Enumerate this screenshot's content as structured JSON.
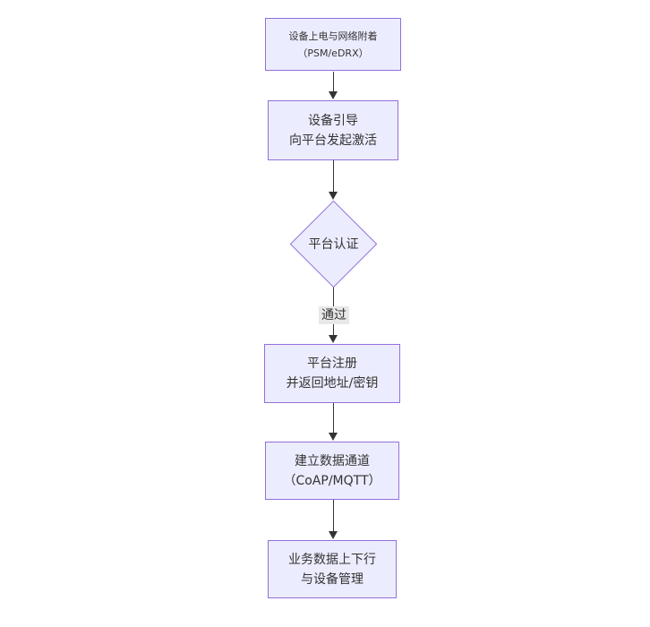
{
  "diagram": {
    "type": "flowchart-vertical",
    "colors": {
      "node_fill": "#ECECFF",
      "node_border": "#9370DB",
      "text": "#333333",
      "edge": "#333333",
      "edge_label_bg": "#e8e8e8",
      "background": "#ffffff"
    },
    "nodes": [
      {
        "id": "power-attach",
        "shape": "rect",
        "lines": [
          "设备上电与网络附着",
          "（PSM/eDRX）"
        ]
      },
      {
        "id": "bootstrap",
        "shape": "rect",
        "lines": [
          "设备引导",
          "向平台发起激活"
        ]
      },
      {
        "id": "platform-auth",
        "shape": "diamond",
        "lines": [
          "平台认证"
        ]
      },
      {
        "id": "platform-register",
        "shape": "rect",
        "lines": [
          "平台注册",
          "并返回地址/密钥"
        ]
      },
      {
        "id": "data-channel",
        "shape": "rect",
        "lines": [
          "建立数据通道",
          "（CoAP/MQTT）"
        ]
      },
      {
        "id": "business-data",
        "shape": "rect",
        "lines": [
          "业务数据上下行",
          "与设备管理"
        ]
      }
    ],
    "edges": [
      {
        "from": "power-attach",
        "to": "bootstrap",
        "label": ""
      },
      {
        "from": "bootstrap",
        "to": "platform-auth",
        "label": ""
      },
      {
        "from": "platform-auth",
        "to": "platform-register",
        "label": "通过"
      },
      {
        "from": "platform-register",
        "to": "data-channel",
        "label": ""
      },
      {
        "from": "data-channel",
        "to": "business-data",
        "label": ""
      }
    ]
  }
}
